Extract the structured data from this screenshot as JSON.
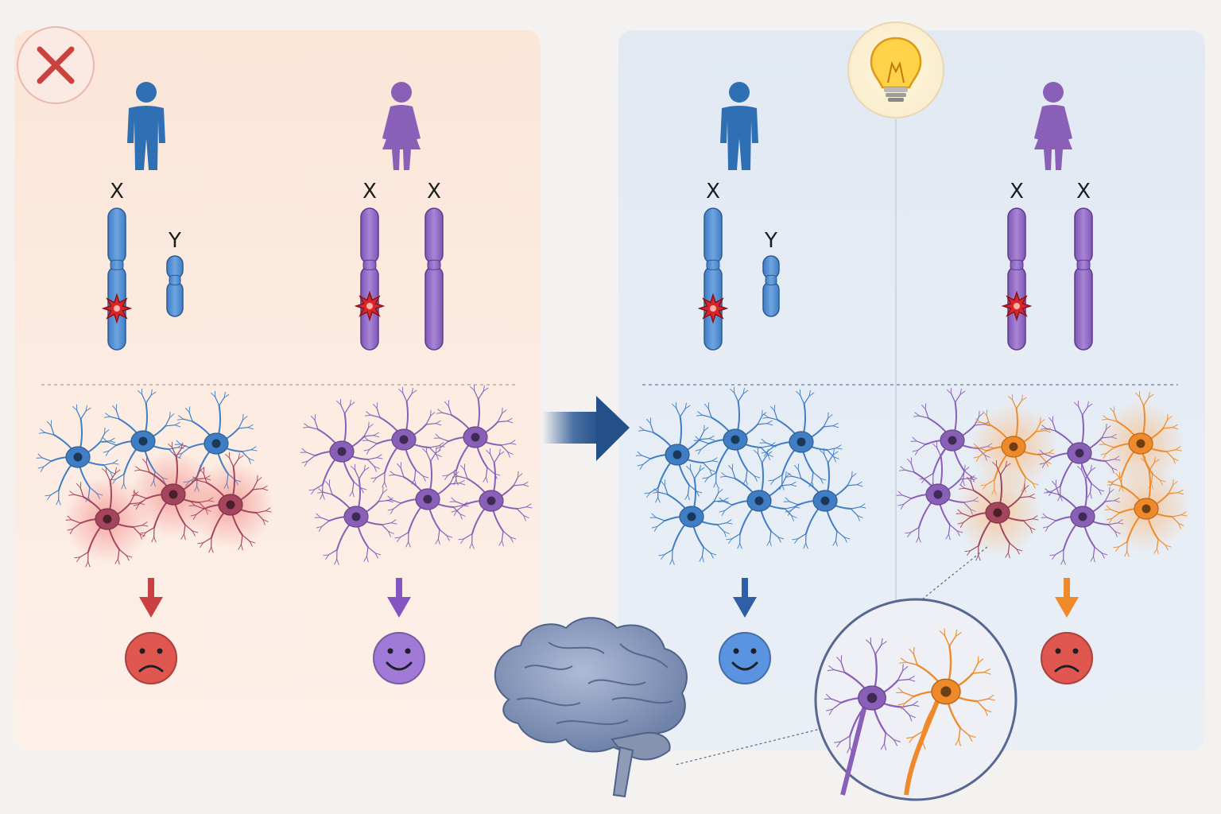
{
  "left_panel": {
    "status_icon": "cross-mark-icon",
    "male": {
      "icon": "male-person-icon",
      "chromosomes": [
        "X",
        "Y"
      ],
      "outcome": "sad-face-icon"
    },
    "female": {
      "icon": "female-person-icon",
      "chromosomes": [
        "X",
        "X"
      ],
      "outcome": "happy-face-icon"
    }
  },
  "right_panel": {
    "status_icon": "lightbulb-icon",
    "male": {
      "icon": "male-person-icon",
      "chromosomes": [
        "X",
        "Y"
      ],
      "outcome": "happy-face-icon"
    },
    "female": {
      "icon": "female-person-icon",
      "chromosomes": [
        "X",
        "X"
      ],
      "outcome": "sad-face-icon"
    }
  },
  "transition_icon": "right-arrow-icon",
  "brain_icon": "brain-icon",
  "magnifier": "neuron-closeup-icon",
  "colors": {
    "male": "#2f6fb3",
    "female": "#8a5fb8",
    "mutation": "#d9262b",
    "affected_orange": "#f08a24",
    "sad_red": "#e0574f",
    "happy_purple": "#a07ad6",
    "happy_blue": "#5a93e0"
  }
}
